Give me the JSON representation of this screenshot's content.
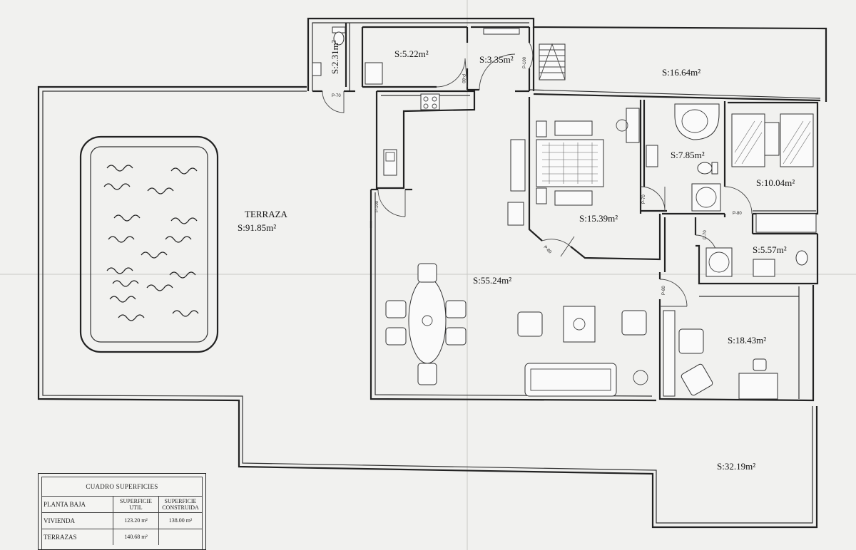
{
  "rooms": {
    "terraza_name": "TERRAZA",
    "terraza_area": "S:91.85m²",
    "wc_area": "S:2.31m²",
    "storage_area": "S:5.22m²",
    "hall_area": "S:3.35m²",
    "upper_terrace_area": "S:16.64m²",
    "living_area": "S:55.24m²",
    "master_bedroom_area": "S:15.39m²",
    "bathroom_area": "S:7.85m²",
    "bedroom2_area": "S:10.04m²",
    "bathroom2_area": "S:5.57m²",
    "office_area": "S:18.43m²",
    "lower_terrace_area": "S:32.19m²"
  },
  "doors": {
    "p70_wc": "P-70",
    "p80_storage": "P-80",
    "p100_hall": "P-100",
    "p100_living": "P-100",
    "p80_bedroom": "P-80",
    "p70_bath": "P-70",
    "p80_bed2": "P-80",
    "p70_bath2": "P-70",
    "p80_office": "P-80"
  },
  "summary": {
    "title": "CUADRO SUPERFICIES",
    "header_col1": "PLANTA BAJA",
    "header_col2_line1": "SUPERFICIE",
    "header_col2_line2": "UTIL",
    "header_col3_line1": "SUPERFICIE",
    "header_col3_line2": "CONSTRUIDA",
    "row1_label": "VIVIENDA",
    "row1_util": "123.20 m²",
    "row1_construida": "138.00 m²",
    "row2_label": "TERRAZAS",
    "row2_util": "140.68 m²",
    "row2_construida": ""
  }
}
